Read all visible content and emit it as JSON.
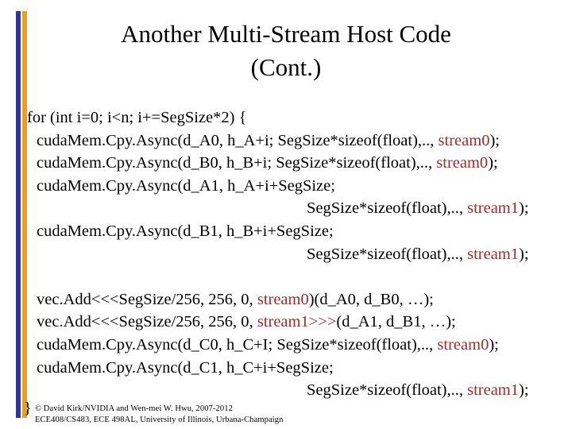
{
  "slide": {
    "title": "Another Multi-Stream Host Code\n(Cont.)",
    "accent_blue": "#333399",
    "accent_orange": "#E8A020",
    "stream_color": "#A02B2B",
    "closing_brace": "}"
  },
  "code": {
    "lines": [
      {
        "indent": "ind1",
        "parts": [
          {
            "t": "for (int i=0; i<n; i+=SegSize*2) {",
            "c": "plain"
          }
        ]
      },
      {
        "indent": "ind2",
        "parts": [
          {
            "t": "cudaMem.Cpy.Async(d_A0, h_A+i; SegSize*sizeof(float),.., ",
            "c": "plain"
          },
          {
            "t": "stream0",
            "c": "stream"
          },
          {
            "t": ");",
            "c": "plain"
          }
        ]
      },
      {
        "indent": "ind2",
        "parts": [
          {
            "t": "cudaMem.Cpy.Async(d_B0, h_B+i; SegSize*sizeof(float),.., ",
            "c": "plain"
          },
          {
            "t": "stream0",
            "c": "stream"
          },
          {
            "t": ");",
            "c": "plain"
          }
        ]
      },
      {
        "indent": "ind2",
        "parts": [
          {
            "t": "cudaMem.Cpy.Async(d_A1, h_A+i+SegSize;",
            "c": "plain"
          }
        ]
      },
      {
        "indent": "cont",
        "parts": [
          {
            "t": "SegSize*sizeof(float),.., ",
            "c": "plain"
          },
          {
            "t": "stream1",
            "c": "stream"
          },
          {
            "t": ");",
            "c": "plain"
          }
        ]
      },
      {
        "indent": "ind2",
        "parts": [
          {
            "t": "cudaMem.Cpy.Async(d_B1, h_B+i+SegSize;",
            "c": "plain"
          }
        ]
      },
      {
        "indent": "cont",
        "parts": [
          {
            "t": "SegSize*sizeof(float),.., ",
            "c": "plain"
          },
          {
            "t": "stream1",
            "c": "stream"
          },
          {
            "t": ");",
            "c": "plain"
          }
        ]
      },
      {
        "indent": "ind1",
        "parts": [
          {
            "t": "",
            "c": "plain"
          }
        ]
      },
      {
        "indent": "ind2",
        "parts": [
          {
            "t": "vec.Add<<<SegSize/256, 256, 0, ",
            "c": "plain"
          },
          {
            "t": "stream0",
            "c": "stream"
          },
          {
            "t": ")(d_A0, d_B0, …);",
            "c": "plain"
          }
        ]
      },
      {
        "indent": "ind2",
        "parts": [
          {
            "t": "vec.Add<<<SegSize/256, 256, 0, ",
            "c": "plain"
          },
          {
            "t": "stream1",
            "c": "stream"
          },
          {
            "t": ">>>",
            "c": "chev"
          },
          {
            "t": "(d_A1, d_B1, …);",
            "c": "plain"
          }
        ]
      },
      {
        "indent": "ind2",
        "parts": [
          {
            "t": "cudaMem.Cpy.Async(d_C0, h_C+I; SegSize*sizeof(float),.., ",
            "c": "plain"
          },
          {
            "t": "stream0",
            "c": "stream"
          },
          {
            "t": ");",
            "c": "plain"
          }
        ]
      },
      {
        "indent": "ind2",
        "parts": [
          {
            "t": "cudaMem.Cpy.Async(d_C1, h_C+i+SegSize;",
            "c": "plain"
          }
        ]
      },
      {
        "indent": "cont",
        "parts": [
          {
            "t": "SegSize*sizeof(float),.., ",
            "c": "plain"
          },
          {
            "t": "stream1",
            "c": "stream"
          },
          {
            "t": ");",
            "c": "plain"
          }
        ]
      }
    ]
  },
  "footer": {
    "line1": "© David Kirk/NVIDIA and Wen-mei W. Hwu, 2007-2012",
    "line2": "ECE408/CS483, ECE 498AL, University of Illinois, Urbana-Champaign"
  }
}
